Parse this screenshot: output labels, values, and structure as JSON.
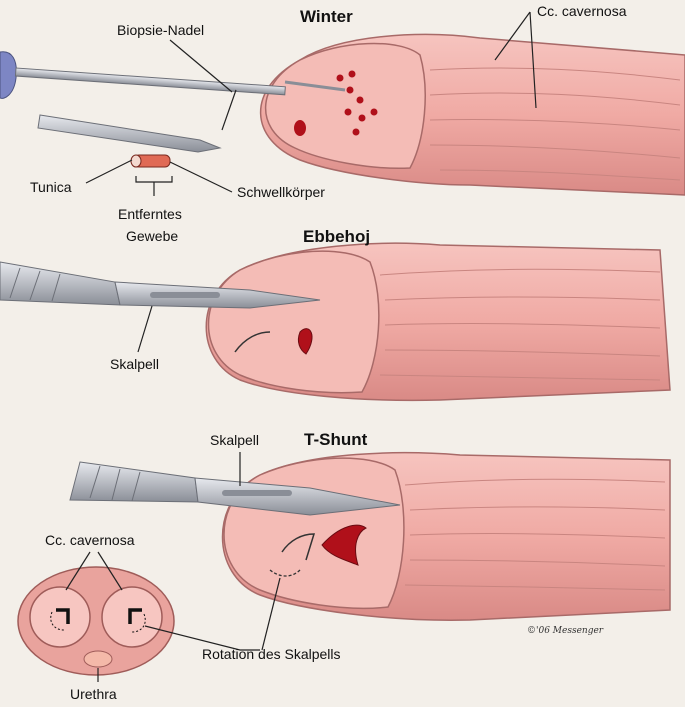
{
  "sections": {
    "winter": "Winter",
    "ebbehoj": "Ebbehoj",
    "tshunt": "T-Shunt"
  },
  "labels": {
    "biopsy_needle": "Biopsie-Nadel",
    "cc_cavernosa_top": "Cc. cavernosa",
    "tunica": "Tunica",
    "schwellkoerper": "Schwellkörper",
    "removed_tissue_1": "Entferntes",
    "removed_tissue_2": "Gewebe",
    "skalpell_ebbehoj": "Skalpell",
    "skalpell_tshunt": "Skalpell",
    "cc_cavernosa_cross": "Cc. cavernosa",
    "urethra": "Urethra",
    "rotation": "Rotation des Skalpells"
  },
  "signature": "©'06 Messenger",
  "colors": {
    "background": "#f3efe9",
    "skin": "#f2b3ad",
    "skin_shadow": "#d98a86",
    "wound": "#b0101a",
    "metal": "#b9bcc3",
    "needle_handle": "#7d86c4"
  }
}
